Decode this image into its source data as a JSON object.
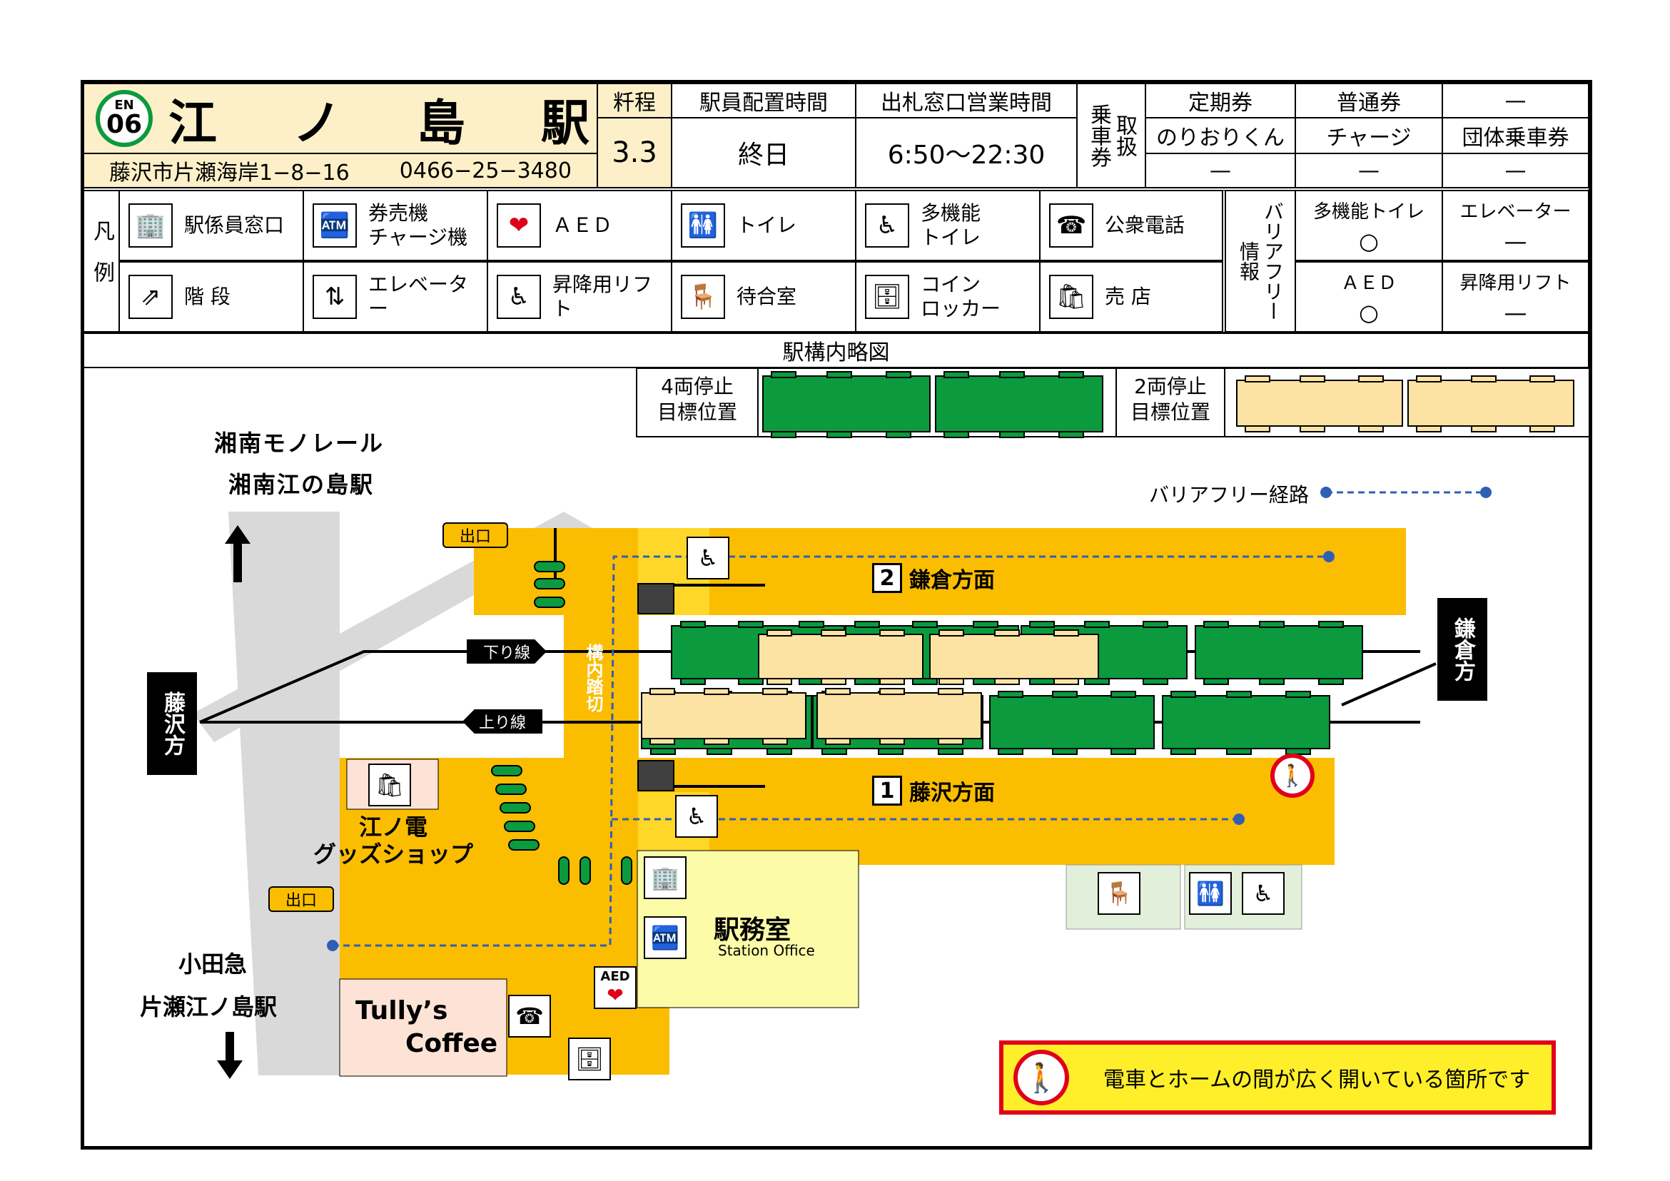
{
  "header": {
    "line_code": "EN",
    "station_number": "06",
    "station_name": [
      "江",
      "ノ",
      "島",
      "駅"
    ],
    "address": "藤沢市片瀬海岸1−8−16",
    "phone": "0466−25−3480",
    "fare_label": "粁程",
    "fare_value": "3.3",
    "staff_label": "駅員配置時間",
    "staff_value": "終日",
    "window_label": "出札窓口営業時間",
    "window_value": "6:50〜22:30",
    "ticket_label_a": "乗車券",
    "ticket_label_b": "取扱",
    "tickets_row1": [
      "定期券",
      "普通券",
      "—"
    ],
    "tickets_row2": [
      "のりおりくん",
      "チャージ",
      "団体乗車券"
    ],
    "tickets_row3": [
      "—",
      "—",
      "—"
    ]
  },
  "legend": {
    "label": "凡例",
    "items": [
      {
        "icon": "ticket-window-icon",
        "label": "駅係員窓口"
      },
      {
        "icon": "ticket-machine-icon",
        "label": "券売機\nチャージ機"
      },
      {
        "icon": "aed-icon",
        "label": "ＡＥＤ"
      },
      {
        "icon": "toilet-icon",
        "label": "トイレ"
      },
      {
        "icon": "multipurpose-toilet-icon",
        "label": "多機能\nトイレ"
      },
      {
        "icon": "phone-icon",
        "label": "公衆電話"
      },
      {
        "icon": "stairs-icon",
        "label": "階 段"
      },
      {
        "icon": "elevator-icon",
        "label": "エレベーター"
      },
      {
        "icon": "wheelchair-lift-icon",
        "label": "昇降用リフト"
      },
      {
        "icon": "waiting-room-icon",
        "label": "待合室"
      },
      {
        "icon": "coin-locker-icon",
        "label": "コイン\nロッカー"
      },
      {
        "icon": "shop-icon",
        "label": "売 店"
      }
    ]
  },
  "barrier_free": {
    "label": "バリアフリー情報",
    "items": [
      {
        "label": "多機能トイレ",
        "value": "○"
      },
      {
        "label": "エレベーター",
        "value": "—"
      },
      {
        "label": "ＡＥＤ",
        "value": "○"
      },
      {
        "label": "昇降用リフト",
        "value": "—"
      }
    ]
  },
  "map": {
    "title": "駅構内略図",
    "stop4": "4両停止\n目標位置",
    "stop2": "2両停止\n目標位置",
    "monorail_1": "湘南モノレール",
    "monorail_2": "湘南江の島駅",
    "odakyu_1": "小田急",
    "odakyu_2": "片瀬江ノ島駅",
    "barrier_route": "バリアフリー経路",
    "exit": "出口",
    "kamakura_dir": "鎌倉方面",
    "fujisawa_dir": "藤沢方面",
    "platform_2": "2",
    "platform_1": "1",
    "down_line": "下り線",
    "up_line": "上り線",
    "crossing": "構内踏切",
    "fujisawa_side": "藤沢方",
    "kamakura_side": "鎌倉方",
    "goods_shop": "江ノ電\nグッズショップ",
    "office": "駅務室",
    "office_en": "Station Office",
    "tullys_1": "Tully’s",
    "tullys_2": "Coffee",
    "aed_text": "AED",
    "gap_notice": "電車とホームの間が広く開いている箇所です"
  },
  "colors": {
    "platform": "#fbbd00",
    "train_green": "#0c9a3e",
    "train_beige": "#fde3a3",
    "office": "#fbfba8",
    "shop": "#fde3d6",
    "note_border": "#e0001b",
    "note_bg": "#ffef2a",
    "route": "#2f5fb5"
  }
}
